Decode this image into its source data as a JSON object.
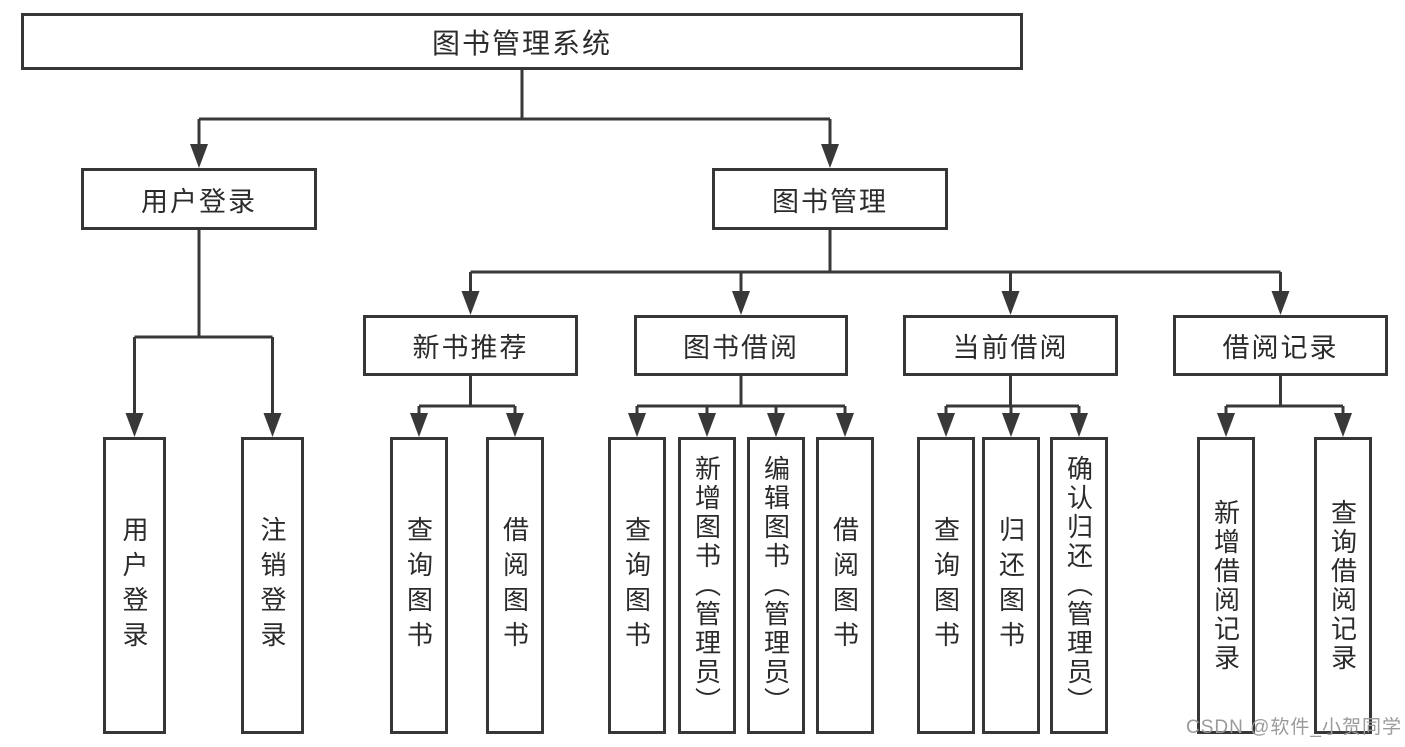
{
  "diagram": {
    "root": {
      "label": "图书管理系统"
    },
    "branches": [
      {
        "label": "用户登录",
        "children": [
          {
            "label": "用户登录"
          },
          {
            "label": "注销登录"
          }
        ]
      },
      {
        "label": "图书管理",
        "children": [
          {
            "label": "新书推荐",
            "children": [
              {
                "label": "查询图书"
              },
              {
                "label": "借阅图书"
              }
            ]
          },
          {
            "label": "图书借阅",
            "children": [
              {
                "label": "查询图书"
              },
              {
                "label": "新增图书（管理员）"
              },
              {
                "label": "编辑图书（管理员）"
              },
              {
                "label": "借阅图书"
              }
            ]
          },
          {
            "label": "当前借阅",
            "children": [
              {
                "label": "查询图书"
              },
              {
                "label": "归还图书"
              },
              {
                "label": "确认归还（管理员）"
              }
            ]
          },
          {
            "label": "借阅记录",
            "children": [
              {
                "label": "新增借阅记录"
              },
              {
                "label": "查询借阅记录"
              }
            ]
          }
        ]
      }
    ]
  },
  "watermark": {
    "text": "CSDN @软件_小贺同学"
  },
  "colors": {
    "line": "#383838",
    "border": "#363636",
    "text": "#2b2b2b",
    "watermark_text": "#9b9b9b",
    "background": "#ffffff"
  }
}
